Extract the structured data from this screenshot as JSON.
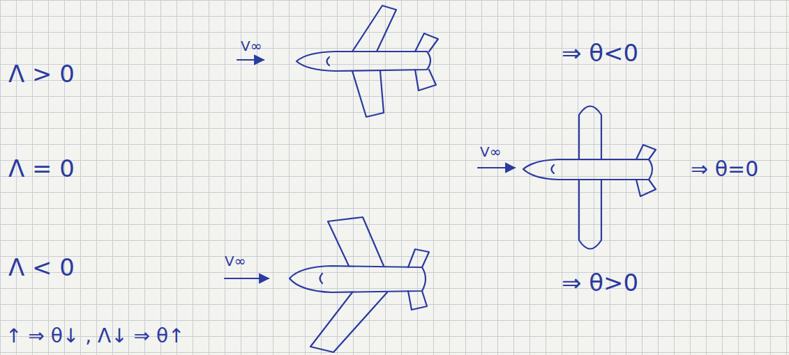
{
  "diagram": {
    "labels": [
      "Λ > 0",
      "V∞",
      "⇒ θ<0",
      "Λ = 0",
      "V∞",
      "⇒ θ=0",
      "Λ < 0",
      "V∞",
      "⇒ θ>0",
      "↑ ⇒ θ↓ , Λ↓ ⇒ θ↑"
    ]
  }
}
